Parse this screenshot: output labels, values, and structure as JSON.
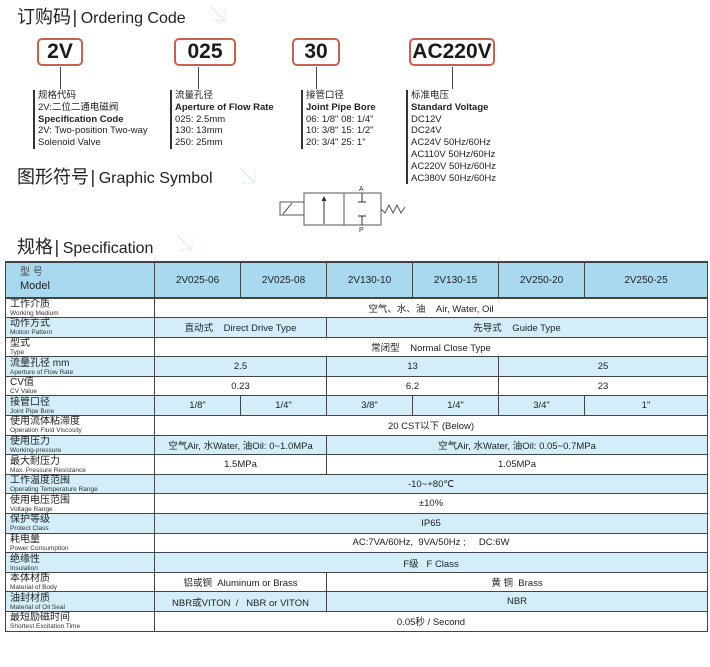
{
  "ordering": {
    "title_zh": "订购码",
    "title_en": "Ordering Code",
    "codes": [
      {
        "value": "2V",
        "lines": [
          {
            "text": "规格代码",
            "bold": false
          },
          {
            "text": "2V:二位二通电磁阀",
            "bold": false
          },
          {
            "text": "Specification Code",
            "bold": true
          },
          {
            "text": "2V: Two-position Two-way",
            "bold": false
          },
          {
            "text": "Solenoid Valve",
            "bold": false
          }
        ]
      },
      {
        "value": "025",
        "lines": [
          {
            "text": "流量孔径",
            "bold": false
          },
          {
            "text": "Aperture of Flow Rate",
            "bold": true
          },
          {
            "text": "025: 2.5mm",
            "bold": false
          },
          {
            "text": "130: 13mm",
            "bold": false
          },
          {
            "text": "250: 25mm",
            "bold": false
          }
        ]
      },
      {
        "value": "30",
        "lines": [
          {
            "text": "接管口径",
            "bold": false
          },
          {
            "text": "Joint Pipe Bore",
            "bold": true
          },
          {
            "text": "06: 1/8\"  08: 1/4\"",
            "bold": false
          },
          {
            "text": "10: 3/8\"  15: 1/2\"",
            "bold": false
          },
          {
            "text": "20: 3/4\"  25: 1\"",
            "bold": false
          }
        ]
      },
      {
        "value": "AC220V",
        "lines": [
          {
            "text": "标准电压",
            "bold": false
          },
          {
            "text": "Standard  Voltage",
            "bold": true
          },
          {
            "text": "DC12V",
            "bold": false
          },
          {
            "text": "DC24V",
            "bold": false
          },
          {
            "text": "AC24V   50Hz/60Hz",
            "bold": false
          },
          {
            "text": "AC110V  50Hz/60Hz",
            "bold": false
          },
          {
            "text": "AC220V  50Hz/60Hz",
            "bold": false
          },
          {
            "text": "AC380V  50Hz/60Hz",
            "bold": false
          }
        ]
      }
    ]
  },
  "graphic": {
    "title_zh": "图形符号",
    "title_en": "Graphic Symbol",
    "port_a": "A",
    "port_p": "P"
  },
  "spec": {
    "title_zh": "规格",
    "title_en": "Specification",
    "header": {
      "label_zh": "型 号",
      "label_en": "Model",
      "models": [
        "2V025-06",
        "2V025-08",
        "2V130-10",
        "2V130-15",
        "2V250-20",
        "2V250-25"
      ]
    },
    "rows": [
      {
        "zh": "工作介质",
        "en": "Working Medium",
        "cells": [
          {
            "text": "空气、水、油    Air, Water, Oil",
            "span": 6
          }
        ]
      },
      {
        "zh": "动作方式",
        "en": "Motion Pattern",
        "cells": [
          {
            "text": "直动式    Direct Drive Type",
            "span": 2
          },
          {
            "text": "先导式    Guide Type",
            "span": 4
          }
        ]
      },
      {
        "zh": "型式",
        "en": "Type",
        "cells": [
          {
            "text": "常闭型    Normal Close Type",
            "span": 6
          }
        ]
      },
      {
        "zh": "流量孔径  mm",
        "en": "Aperture of Flow Rate",
        "cells": [
          {
            "text": "2.5",
            "span": 2
          },
          {
            "text": "13",
            "span": 2
          },
          {
            "text": "25",
            "span": 2
          }
        ]
      },
      {
        "zh": "CV值",
        "en": "CV  Value",
        "cells": [
          {
            "text": "0.23",
            "span": 2
          },
          {
            "text": "6.2",
            "span": 2
          },
          {
            "text": "23",
            "span": 2
          }
        ]
      },
      {
        "zh": "接管口径",
        "en": "Joint Pipe Bore",
        "cells": [
          {
            "text": "1/8\"",
            "span": 1
          },
          {
            "text": "1/4\"",
            "span": 1
          },
          {
            "text": "3/8\"",
            "span": 1
          },
          {
            "text": "1/4\"",
            "span": 1
          },
          {
            "text": "3/4\"",
            "span": 1
          },
          {
            "text": "1\"",
            "span": 1
          }
        ]
      },
      {
        "zh": "使用流体粘滞度",
        "en": "Operation Fluid Viscosity",
        "cells": [
          {
            "text": "20 CST以下 (Below)",
            "span": 6
          }
        ]
      },
      {
        "zh": "使用压力",
        "en": "Working-pressure",
        "cells": [
          {
            "text": "空气Air, 水Water, 油Oil: 0~1.0MPa",
            "span": 2
          },
          {
            "text": "空气Air, 水Water, 油Oil: 0.05~0.7MPa",
            "span": 4
          }
        ]
      },
      {
        "zh": "最大耐压力",
        "en": "Max. Pressure Resistance",
        "cells": [
          {
            "text": "1.5MPa",
            "span": 2
          },
          {
            "text": "1.05MPa",
            "span": 4
          }
        ]
      },
      {
        "zh": "工作温度范围",
        "en": "Operating Temperature Range",
        "cells": [
          {
            "text": "-10~+80℃",
            "span": 6
          }
        ]
      },
      {
        "zh": "使用电压范围",
        "en": "Voltage Range",
        "cells": [
          {
            "text": "±10%",
            "span": 6
          }
        ]
      },
      {
        "zh": "保护等级",
        "en": "Protect Class",
        "cells": [
          {
            "text": "IP65",
            "span": 6
          }
        ]
      },
      {
        "zh": "耗电量",
        "en": "Power Consumption",
        "cells": [
          {
            "text": "AC:7VA/60Hz,  9VA/50Hz ;     DC:6W",
            "span": 6
          }
        ]
      },
      {
        "zh": "绝缘性",
        "en": "Insulation",
        "cells": [
          {
            "text": "F级   F Class",
            "span": 6
          }
        ]
      },
      {
        "zh": "本体材质",
        "en": "Material of Body",
        "cells": [
          {
            "text": "铝或铜  Aluminum or Brass",
            "span": 2
          },
          {
            "text": "黄 铜  Brass",
            "span": 4
          }
        ]
      },
      {
        "zh": "油封材质",
        "en": "Material of Oil Seal",
        "cells": [
          {
            "text": "NBR或VITON  /   NBR or VITON",
            "span": 2
          },
          {
            "text": "NBR",
            "span": 4
          }
        ]
      },
      {
        "zh": "最短励磁时间",
        "en": "Shortest Excitation Time",
        "cells": [
          {
            "text": "0.05秒 / Second",
            "span": 6
          }
        ]
      }
    ]
  },
  "colors": {
    "header_bg": "#a9d9ef",
    "alt_row_bg": "#d3eef9",
    "code_border": "#c8614e"
  }
}
